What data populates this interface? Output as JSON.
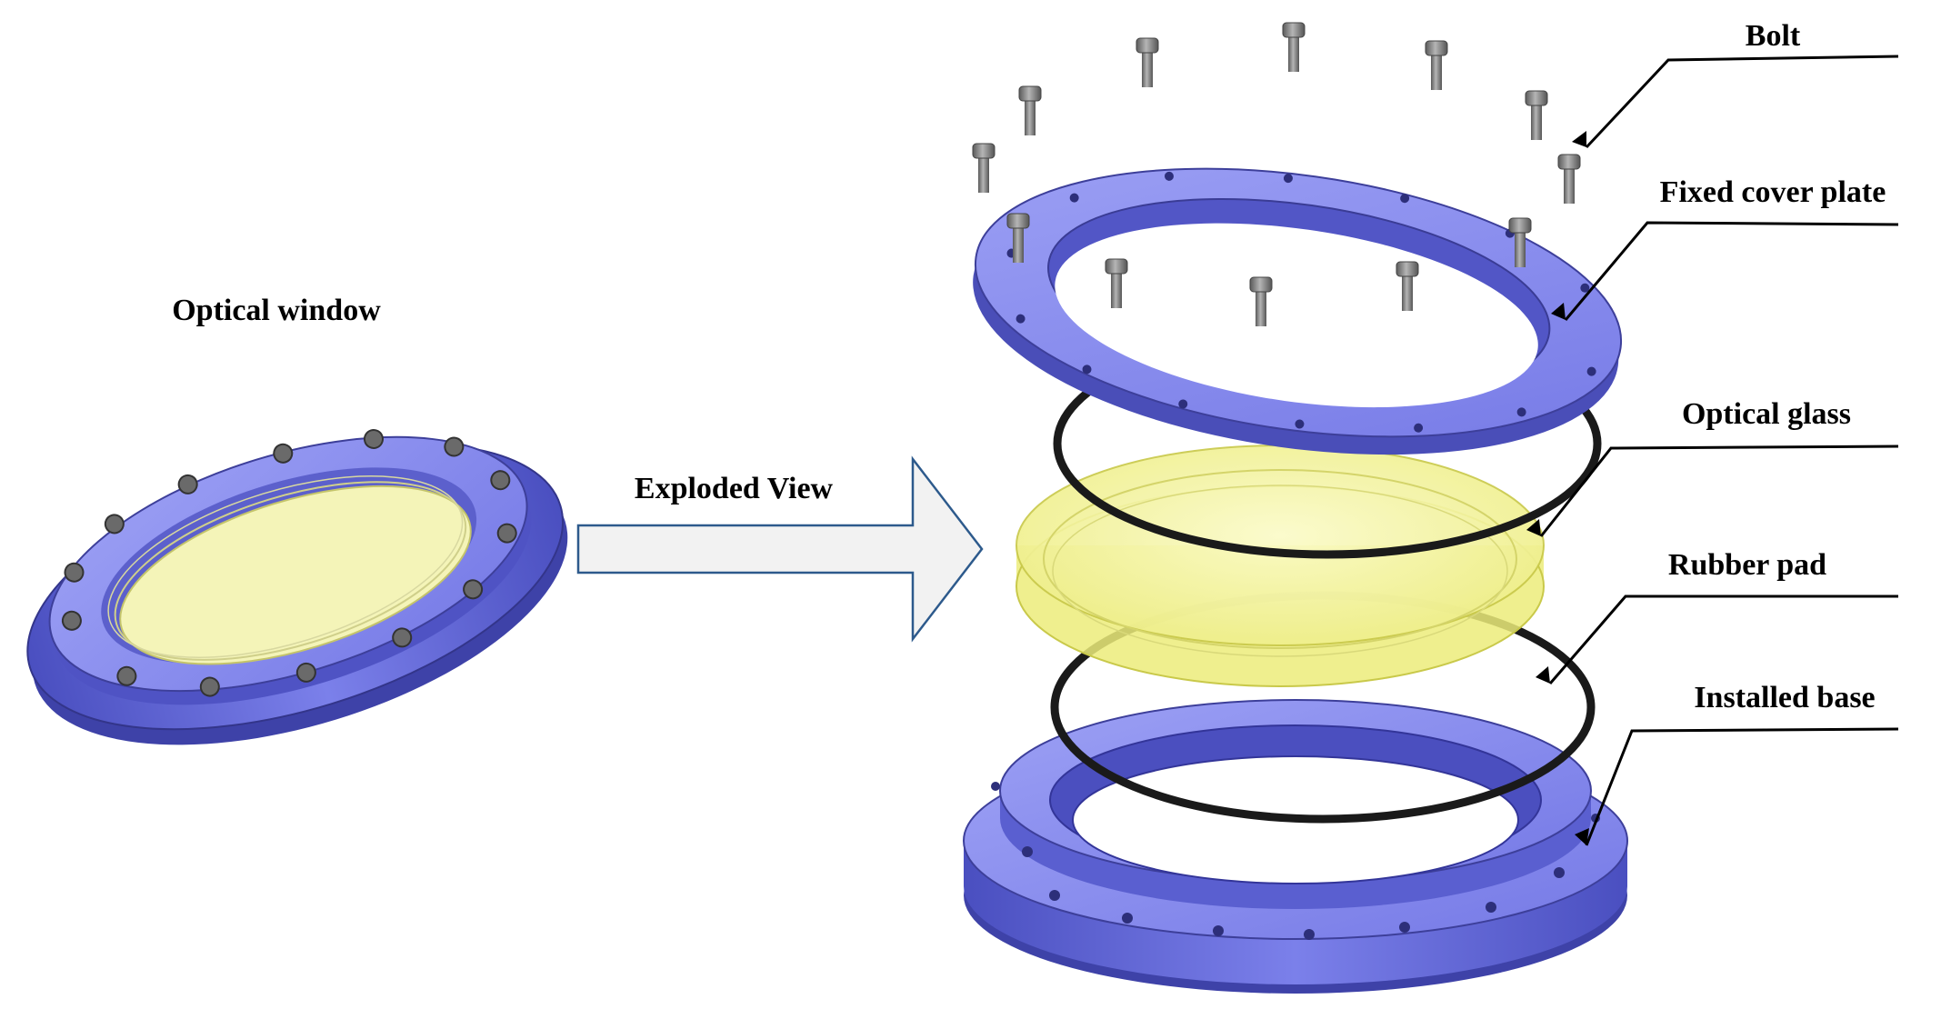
{
  "figure": {
    "left_caption": "Optical window",
    "arrow_caption": "Exploded View",
    "callouts": {
      "bolt": "Bolt",
      "cover": "Fixed cover plate",
      "glass": "Optical glass",
      "rubber": "Rubber pad",
      "base": "Installed base"
    }
  },
  "colors": {
    "metal_face": "#8a8ef0",
    "metal_side": "#5a5fd0",
    "metal_edge": "#3d3f9a",
    "glass_fill": "#f0f08a",
    "glass_edge": "#c9c94a",
    "rubber": "#1a1a1a",
    "bolt": "#8c8c8c",
    "arrow_fill": "#f2f2f2",
    "arrow_stroke": "#2d5a8c"
  },
  "icons": {
    "bolt": "socket-head-cap-screw",
    "arrow": "block-arrow-right"
  }
}
